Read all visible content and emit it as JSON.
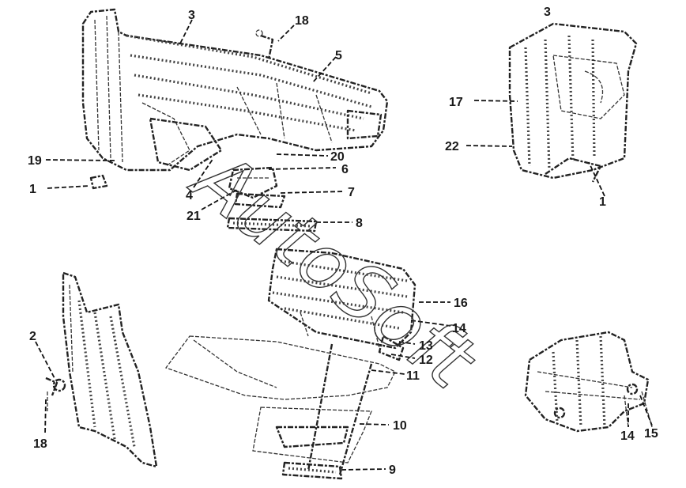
{
  "diagram": {
    "watermark": "AutoSoft",
    "callouts": [
      "3",
      "18",
      "5",
      "17",
      "22",
      "1",
      "19",
      "1",
      "4",
      "20",
      "6",
      "21",
      "7",
      "8",
      "2",
      "16",
      "14",
      "13",
      "12",
      "11",
      "10",
      "9",
      "18",
      "14",
      "15"
    ]
  }
}
